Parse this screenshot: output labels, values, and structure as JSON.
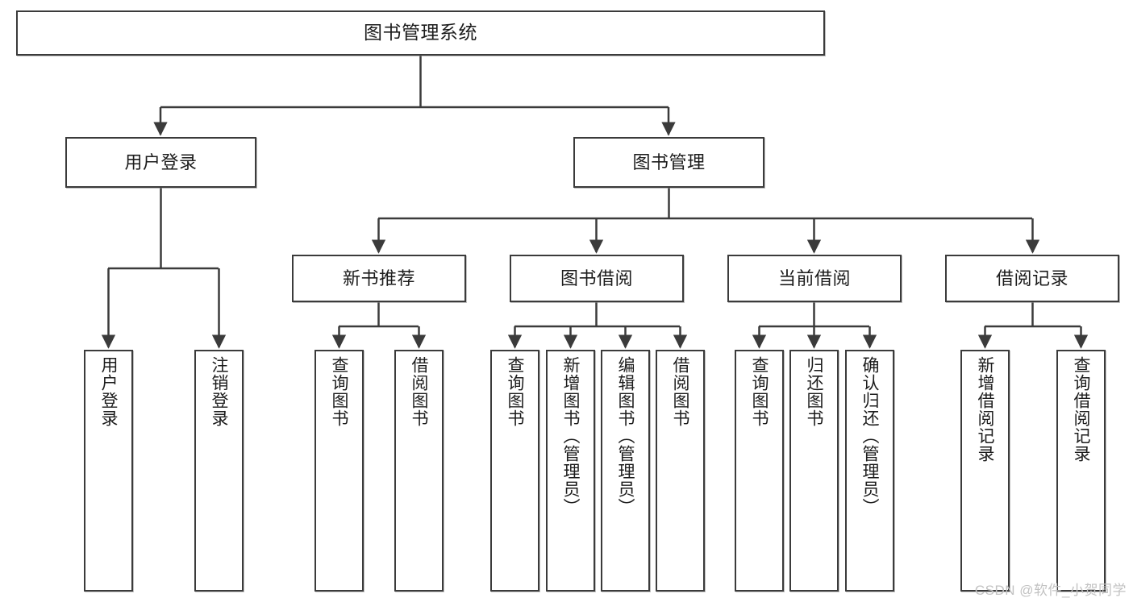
{
  "diagram": {
    "type": "tree-hierarchy-chart",
    "title": "图书管理系统",
    "watermark": "CSDN @软件_小贺同学",
    "colors": {
      "box_border": "#3b3b3b",
      "box_fill": "#ffffff",
      "edge": "#3b3b3b",
      "text": "#1c1c1c",
      "watermark": "#c2c2c2",
      "background": "#ffffff"
    },
    "nodes": {
      "root": {
        "label": "图书管理系统"
      },
      "level2": [
        {
          "id": "user-login",
          "label": "用户登录"
        },
        {
          "id": "book-manage",
          "label": "图书管理"
        }
      ],
      "level3": [
        {
          "id": "new-book-recommend",
          "label": "新书推荐"
        },
        {
          "id": "book-borrow",
          "label": "图书借阅"
        },
        {
          "id": "current-borrow",
          "label": "当前借阅"
        },
        {
          "id": "borrow-record",
          "label": "借阅记录"
        }
      ],
      "leaves": {
        "user-login": [
          {
            "id": "leaf-user-login",
            "label": "用户登录"
          },
          {
            "id": "leaf-logout-login",
            "label": "注销登录"
          }
        ],
        "new-book-recommend": [
          {
            "id": "leaf-query-book-1",
            "label": "查询图书"
          },
          {
            "id": "leaf-borrow-book-1",
            "label": "借阅图书"
          }
        ],
        "book-borrow": [
          {
            "id": "leaf-query-book-2",
            "label": "查询图书"
          },
          {
            "id": "leaf-add-book",
            "label": "新增图书（管理员）"
          },
          {
            "id": "leaf-edit-book",
            "label": "编辑图书（管理员）"
          },
          {
            "id": "leaf-borrow-book-2",
            "label": "借阅图书"
          }
        ],
        "current-borrow": [
          {
            "id": "leaf-query-book-3",
            "label": "查询图书"
          },
          {
            "id": "leaf-return-book",
            "label": "归还图书"
          },
          {
            "id": "leaf-confirm-return",
            "label": "确认归还（管理员）"
          }
        ],
        "borrow-record": [
          {
            "id": "leaf-add-record",
            "label": "新增借阅记录"
          },
          {
            "id": "leaf-query-record",
            "label": "查询借阅记录"
          }
        ]
      }
    }
  }
}
